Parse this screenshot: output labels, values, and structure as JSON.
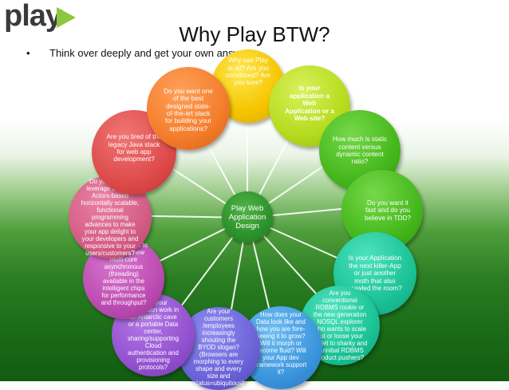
{
  "logo": {
    "text": "play"
  },
  "title": "Why Play BTW?",
  "bullet": {
    "marker": "•",
    "text": "Think over deeply and get your own answers"
  },
  "center": {
    "label": "Play Web Application Design"
  },
  "spokes": [
    {
      "id": "convinced",
      "text": "Why use Play at all? Are you convinced? Are you sure?",
      "color": "yellow"
    },
    {
      "id": "web-app-or-site",
      "text": "Is your application a Web Application or a Web site?",
      "color": "lime"
    },
    {
      "id": "static-dynamic",
      "text": "How much is static content versus dynamic content ratio?",
      "color": "green"
    },
    {
      "id": "tdd",
      "text": "Do you want it fast and do you believe in TDD?",
      "color": "green"
    },
    {
      "id": "killer-app",
      "text": "Is your Application the next killer-App or just another moth that also crawled the room?",
      "color": "teal"
    },
    {
      "id": "nosql",
      "text": "Are you conventional RDBMS rookie or the new generation NOSQL explorer who wants to scale out or loose your wallet to sharky and cannibal RDBMS product pushers?",
      "color": "teal"
    },
    {
      "id": "look-like",
      "text": "How does your Data look like and how you are fore-seeing it to grow? Will it morph or become fluid? Will your App dev framework support it?",
      "color": "blue"
    },
    {
      "id": "byod",
      "text": "Are your customers /employees increasingly shouting the BYOD slogan? (Browsers are morphing to every shape and every size and status=ubiquitous)",
      "color": "violet"
    },
    {
      "id": "antarctic",
      "text": "Does your application work in an Antarctic cave or a portable Data center, sharing/supporting Cloud authentication and provisioning protocols?",
      "color": "purple"
    },
    {
      "id": "multicore",
      "text": "Don't you want to exploit the new multi-core asynchronous (threading) available in the intelligent chips for performance and throughput?",
      "color": "magenta"
    },
    {
      "id": "actors",
      "text": "Do you want to leverage the new Actors-based horizontally scalable, functional programming advances to make your app delight to your developers and responsive to your users/customers?",
      "color": "pink"
    },
    {
      "id": "legacy-java",
      "text": "Are you tired of the legacy Java stack for web app development?",
      "color": "red"
    },
    {
      "id": "state-of-art",
      "text": "Do you want one of the best designed state-of-the-art stack for building your applications?",
      "color": "orange"
    }
  ],
  "colors": {
    "logo_accent": "#8dc63f",
    "center": "#2a8f2a",
    "spoke_lines": "#ffffff"
  }
}
